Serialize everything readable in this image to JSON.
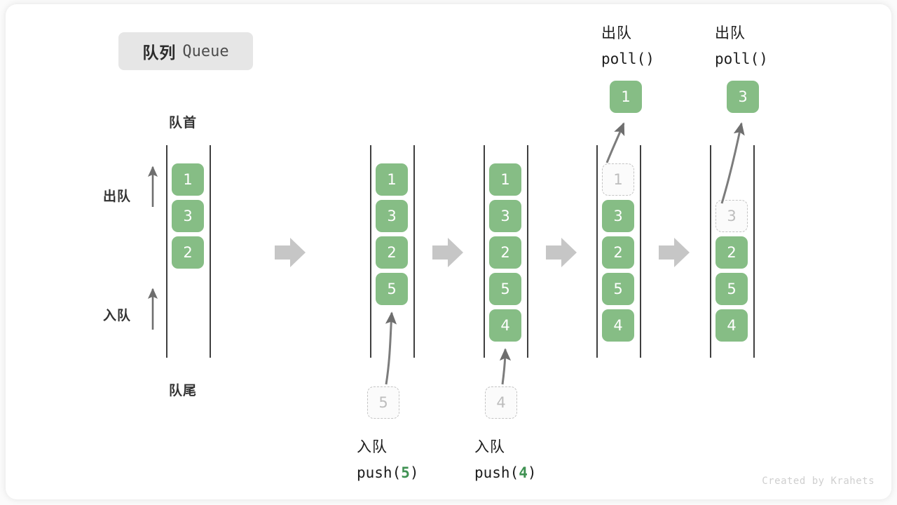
{
  "title": {
    "cn": "队列",
    "en": "Queue"
  },
  "watermark": "Created by Krahets",
  "axis_labels": {
    "head": "队首",
    "tail": "队尾",
    "dequeue": "出队",
    "enqueue": "入队"
  },
  "colors": {
    "cell_fill": "#86bd85",
    "cell_text": "#ffffff",
    "ghost_border": "#c4c4c4",
    "ghost_text": "#bdbdbd",
    "rail": "#3f3f3f",
    "arrow": "#6e6e6e",
    "step_arrow": "#c6c6c6",
    "badge_bg": "#e6e6e6",
    "code_accent": "#3f9152"
  },
  "columns": [
    {
      "id": "col-initial",
      "cells": [
        {
          "value": "1",
          "state": "filled"
        },
        {
          "value": "3",
          "state": "filled"
        },
        {
          "value": "2",
          "state": "filled"
        }
      ]
    },
    {
      "id": "col-after-push-5",
      "cells": [
        {
          "value": "1",
          "state": "filled"
        },
        {
          "value": "3",
          "state": "filled"
        },
        {
          "value": "2",
          "state": "filled"
        },
        {
          "value": "5",
          "state": "filled"
        }
      ]
    },
    {
      "id": "col-after-push-4",
      "cells": [
        {
          "value": "1",
          "state": "filled"
        },
        {
          "value": "3",
          "state": "filled"
        },
        {
          "value": "2",
          "state": "filled"
        },
        {
          "value": "5",
          "state": "filled"
        },
        {
          "value": "4",
          "state": "filled"
        }
      ]
    },
    {
      "id": "col-poll-1",
      "cells": [
        {
          "value": "1",
          "state": "ghost"
        },
        {
          "value": "3",
          "state": "filled"
        },
        {
          "value": "2",
          "state": "filled"
        },
        {
          "value": "5",
          "state": "filled"
        },
        {
          "value": "4",
          "state": "filled"
        }
      ]
    },
    {
      "id": "col-poll-3",
      "cells": [
        {
          "value": "",
          "state": "empty"
        },
        {
          "value": "3",
          "state": "ghost"
        },
        {
          "value": "2",
          "state": "filled"
        },
        {
          "value": "5",
          "state": "filled"
        },
        {
          "value": "4",
          "state": "filled"
        }
      ]
    }
  ],
  "operations": {
    "push_5": {
      "cn": "入队",
      "code_prefix": "push(",
      "code_num": "5",
      "code_suffix": ")",
      "ghost_value": "5"
    },
    "push_4": {
      "cn": "入队",
      "code_prefix": "push(",
      "code_num": "4",
      "code_suffix": ")",
      "ghost_value": "4"
    },
    "poll_1": {
      "cn": "出队",
      "code": "poll()",
      "popped_value": "1"
    },
    "poll_3": {
      "cn": "出队",
      "code": "poll()",
      "popped_value": "3"
    }
  }
}
